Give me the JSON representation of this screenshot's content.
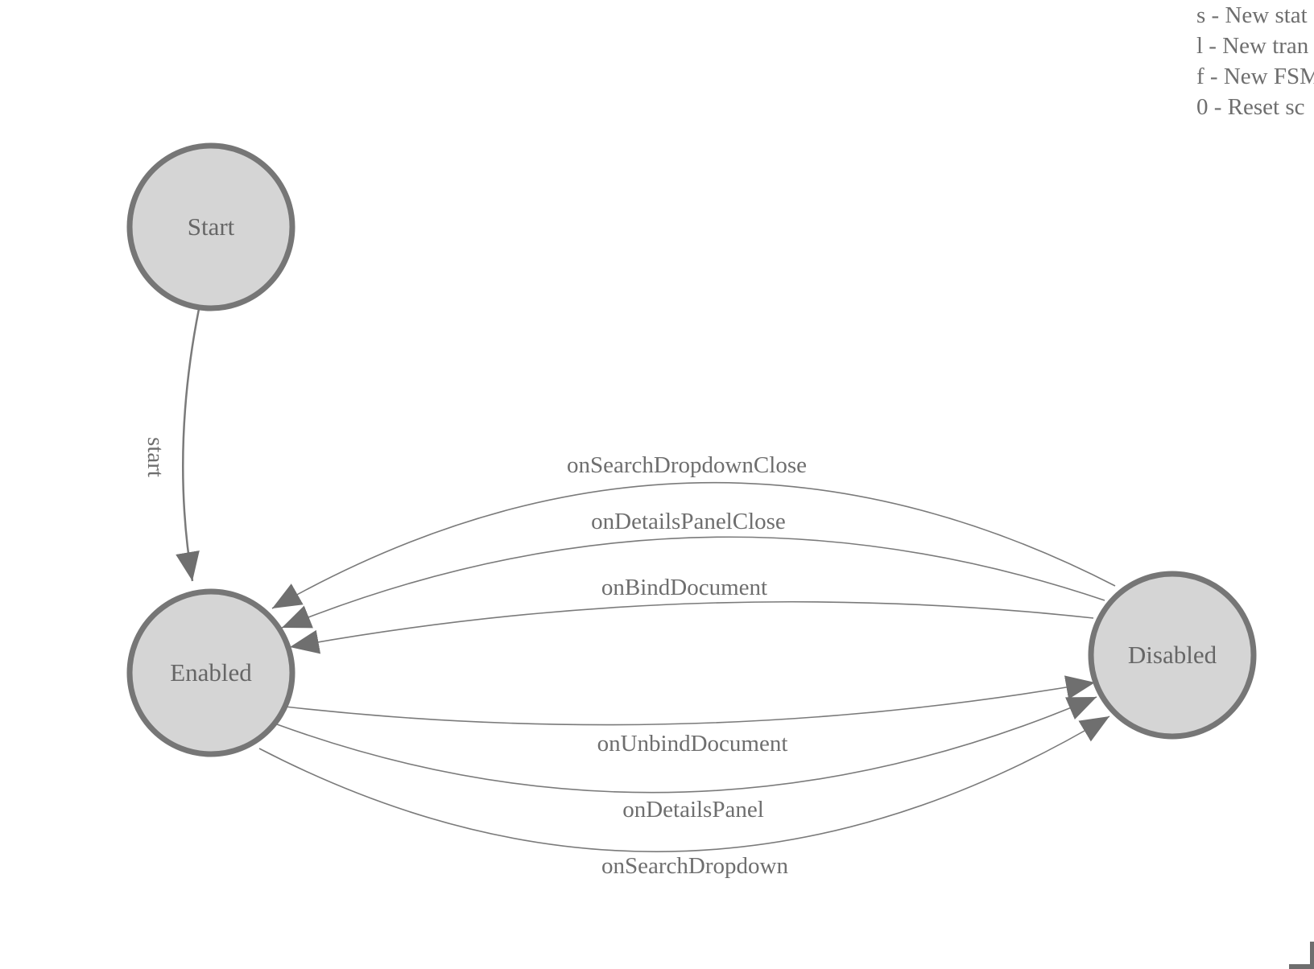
{
  "app": {
    "background": "#ffffff",
    "description": "FSM state diagram editor canvas"
  },
  "legend": {
    "lines": [
      "s - New stat",
      "l - New tran",
      "f - New FSM",
      "0 - Reset sc"
    ]
  },
  "diagram": {
    "nodes": [
      {
        "label": "Start"
      },
      {
        "label": "Enabled"
      },
      {
        "label": "Disabled"
      }
    ],
    "edges": [
      {
        "label": "start",
        "from": "Start",
        "to": "Enabled"
      },
      {
        "label": "onSearchDropdownClose",
        "from": "Disabled",
        "to": "Enabled"
      },
      {
        "label": "onDetailsPanelClose",
        "from": "Disabled",
        "to": "Enabled"
      },
      {
        "label": "onBindDocument",
        "from": "Disabled",
        "to": "Enabled"
      },
      {
        "label": "onUnbindDocument",
        "from": "Enabled",
        "to": "Disabled"
      },
      {
        "label": "onDetailsPanel",
        "from": "Enabled",
        "to": "Disabled"
      },
      {
        "label": "onSearchDropdown",
        "from": "Enabled",
        "to": "Disabled"
      }
    ]
  },
  "colors": {
    "node_fill": "#d5d5d5",
    "node_stroke": "#767676",
    "edge_stroke": "#7a7a7a",
    "arrow_fill": "#6f6f6f",
    "node_text": "#666666",
    "edge_text": "#6e6e6e",
    "legend_text": "#6e6e6e"
  }
}
